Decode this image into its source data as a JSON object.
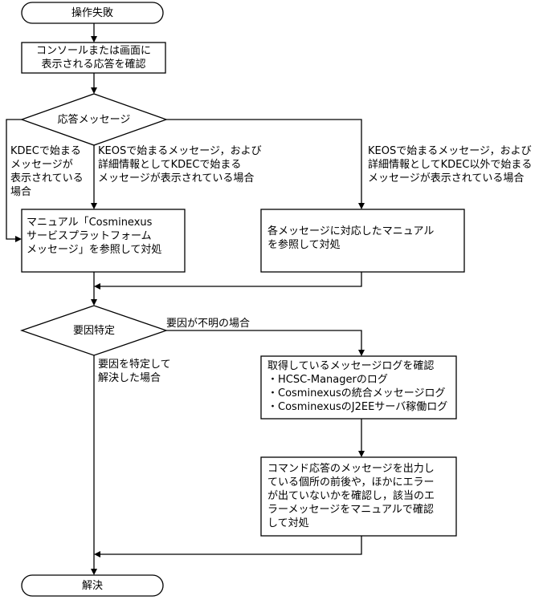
{
  "start": "操作失敗",
  "check_response": [
    "コンソールまたは画面に",
    "表示される応答を確認"
  ],
  "decision_message": "応答メッセージ",
  "branch_kdec": [
    "KDECで始まる",
    "メッセージが",
    "表示されている",
    "場合"
  ],
  "branch_keos_kdec": [
    "KEOSで始まるメッセージ，および",
    "詳細情報としてKDECで始まる",
    "メッセージが表示されている場合"
  ],
  "branch_keos_other": [
    "KEOSで始まるメッセージ，および",
    "詳細情報としてKDEC以外で始まる",
    "メッセージが表示されている場合"
  ],
  "manual_cosminexus": [
    "マニュアル「Cosminexus",
    "サービスプラットフォーム",
    "メッセージ」を参照して対処"
  ],
  "manual_each": [
    "各メッセージに対応したマニュアル",
    "を参照して対処"
  ],
  "decision_cause": "要因特定",
  "cause_unknown": "要因が不明の場合",
  "cause_identified": [
    "要因を特定して",
    "解決した場合"
  ],
  "check_logs": [
    "取得しているメッセージログを確認",
    "・HCSC-Managerのログ",
    "・Cosminexusの統合メッセージログ",
    "・CosminexusのJ2EEサーバ稼働ログ"
  ],
  "command_output": [
    "コマンド応答のメッセージを出力し",
    "ている個所の前後や，ほかにエラー",
    "が出ていないかを確認し，該当のエ",
    "ラーメッセージをマニュアルで確認",
    "して対処"
  ],
  "end": "解決"
}
